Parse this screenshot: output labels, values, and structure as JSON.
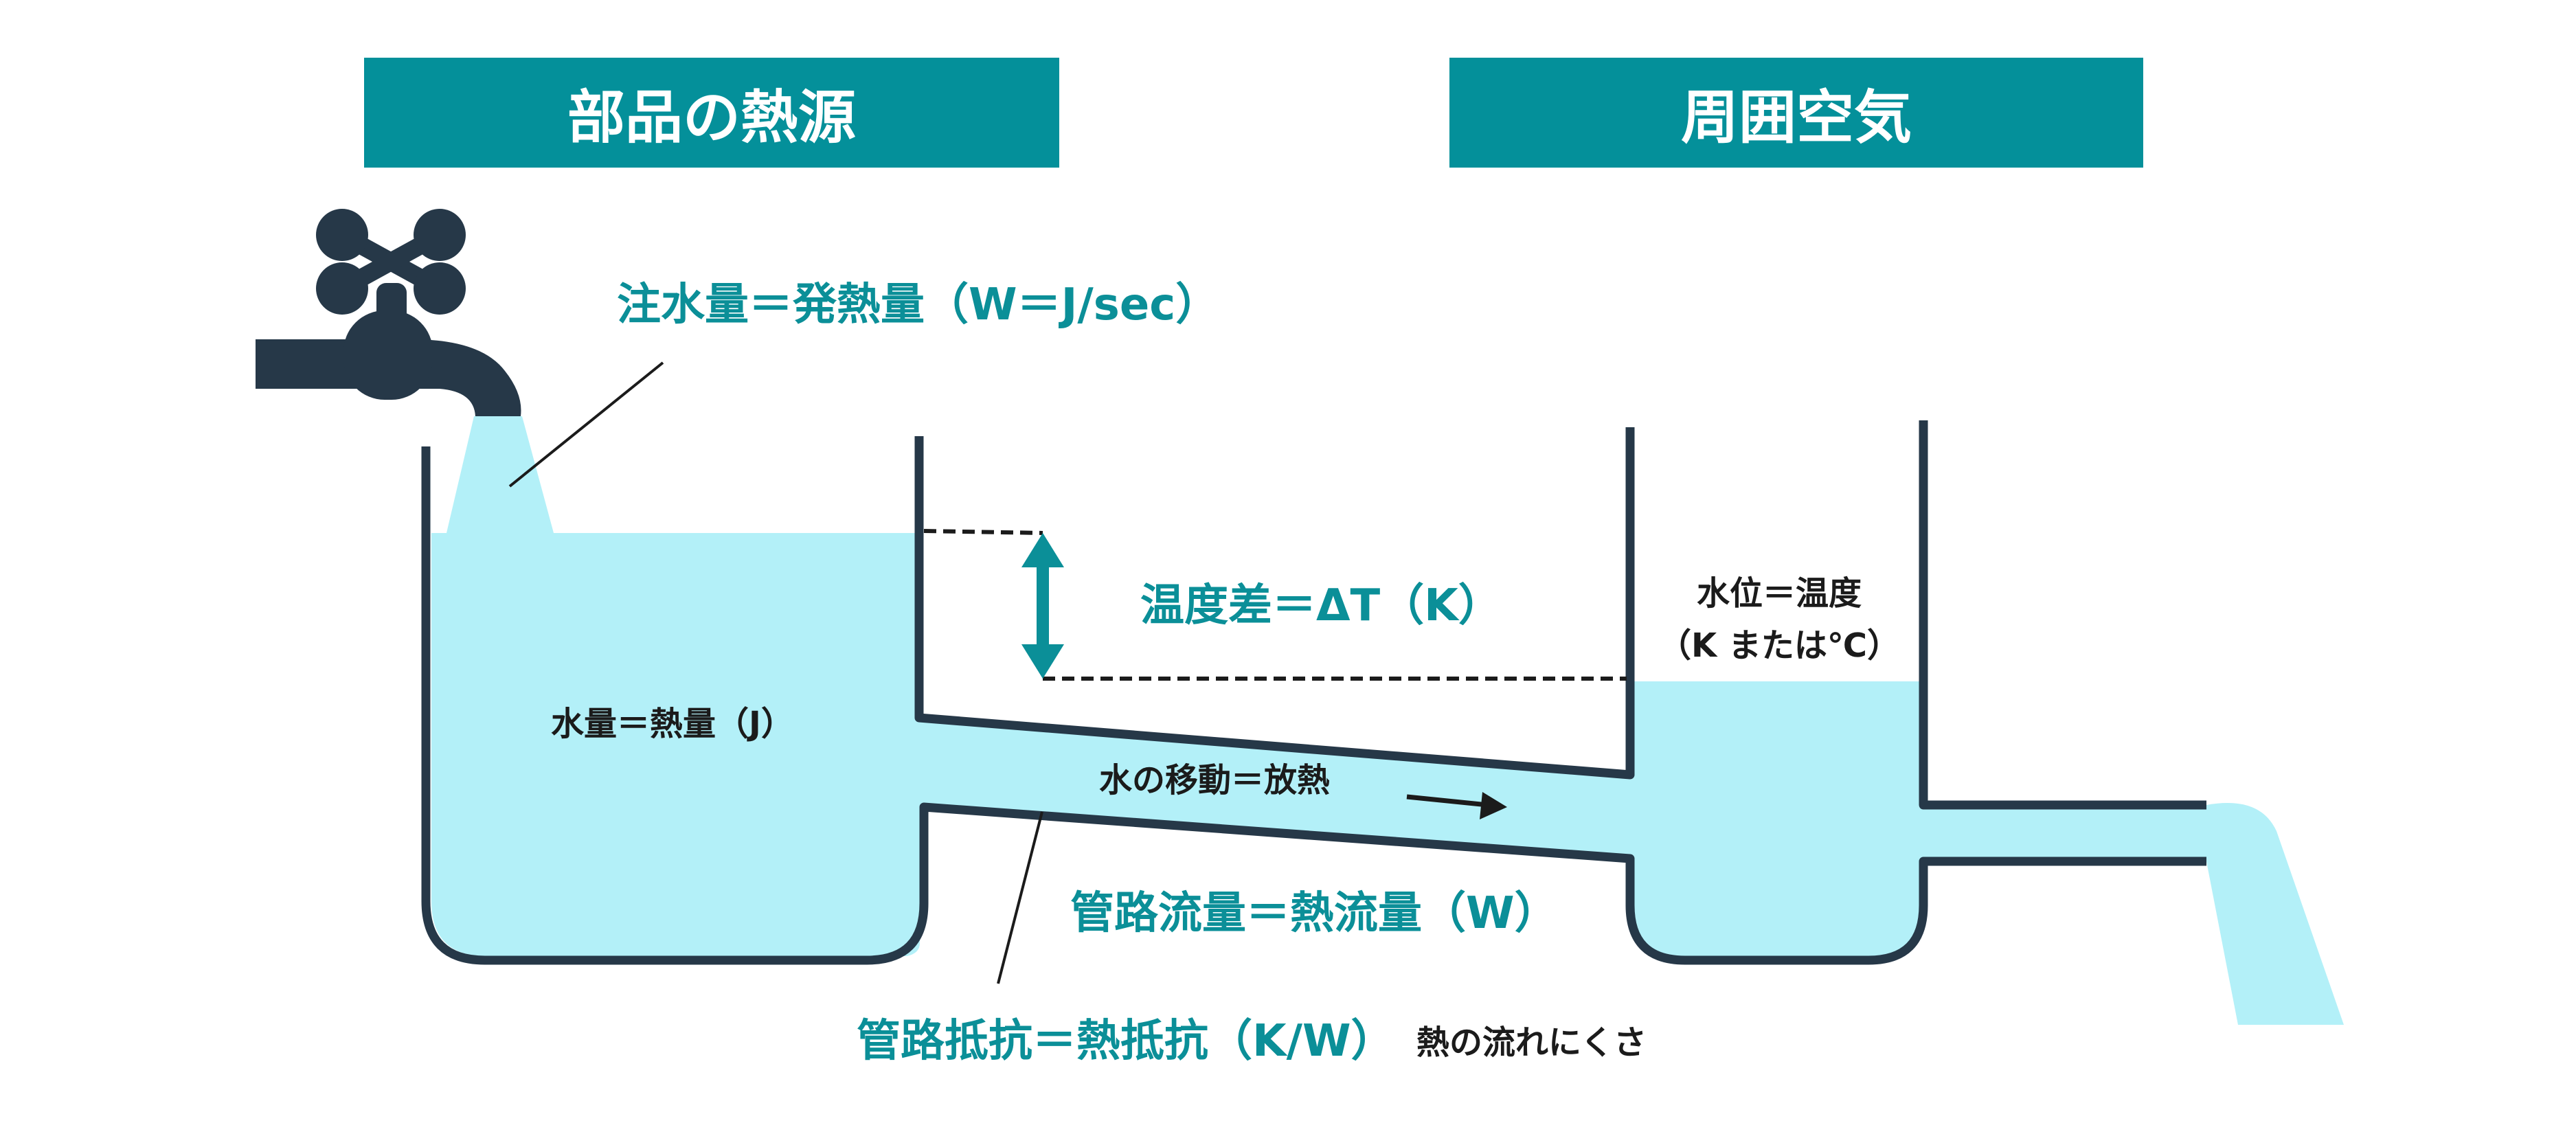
{
  "headers": {
    "heat_source": "部品の熱源",
    "ambient_air": "周囲空気"
  },
  "labels": {
    "inflow": "注水量＝発熱量（W＝J/sec）",
    "water_amount": "水量＝熱量（J）",
    "temp_diff": "温度差＝ΔT（K）",
    "water_level_line1": "水位＝温度",
    "water_level_line2": "（K または℃）",
    "water_movement": "水の移動＝放熱",
    "pipe_flow": "管路流量＝熱流量（W）",
    "pipe_resistance": "管路抵抗＝熱抵抗（K/W）",
    "pipe_resistance_note": "熱の流れにくさ"
  },
  "colors": {
    "header_bg": "#04909a",
    "label_teal": "#0b8f98",
    "water": "#b3f0f8",
    "outline": "#263848",
    "faucet": "#263848"
  }
}
